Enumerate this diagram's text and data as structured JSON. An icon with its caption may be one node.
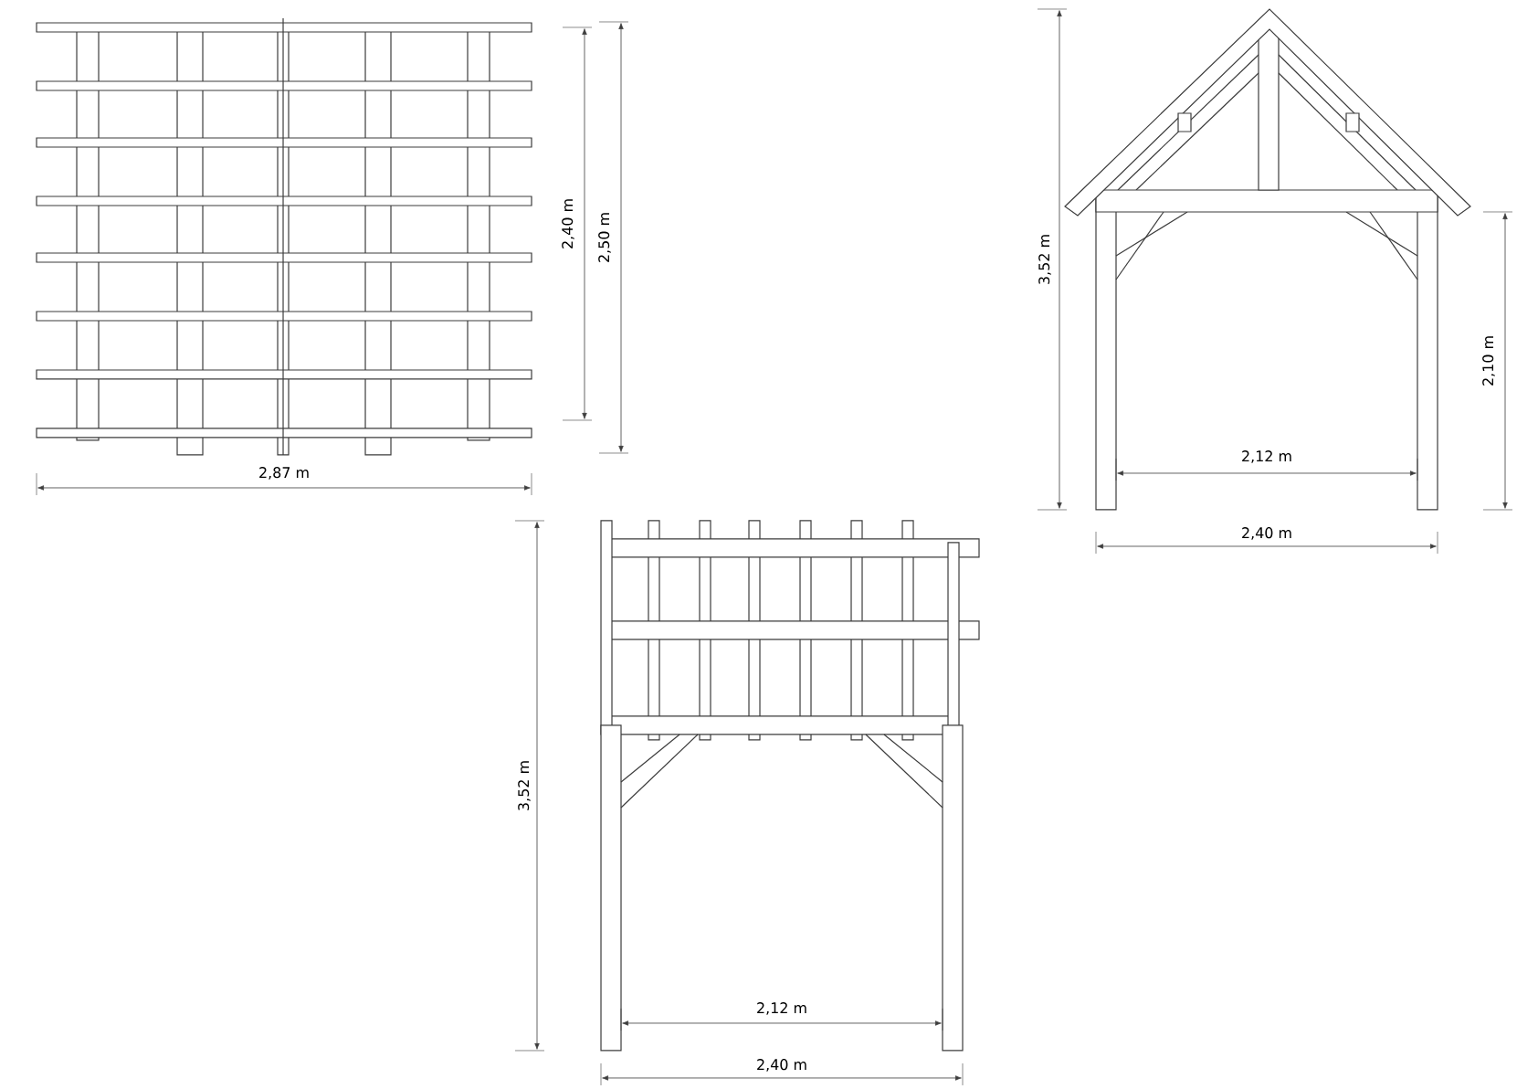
{
  "diagram": {
    "labels": [
      "2,40 m",
      "2,50 m",
      "2,87 m",
      "3,52 m",
      "2,10 m",
      "2,12 m",
      "2,40 m",
      "3,52 m",
      "2,12 m",
      "2,40 m"
    ]
  }
}
